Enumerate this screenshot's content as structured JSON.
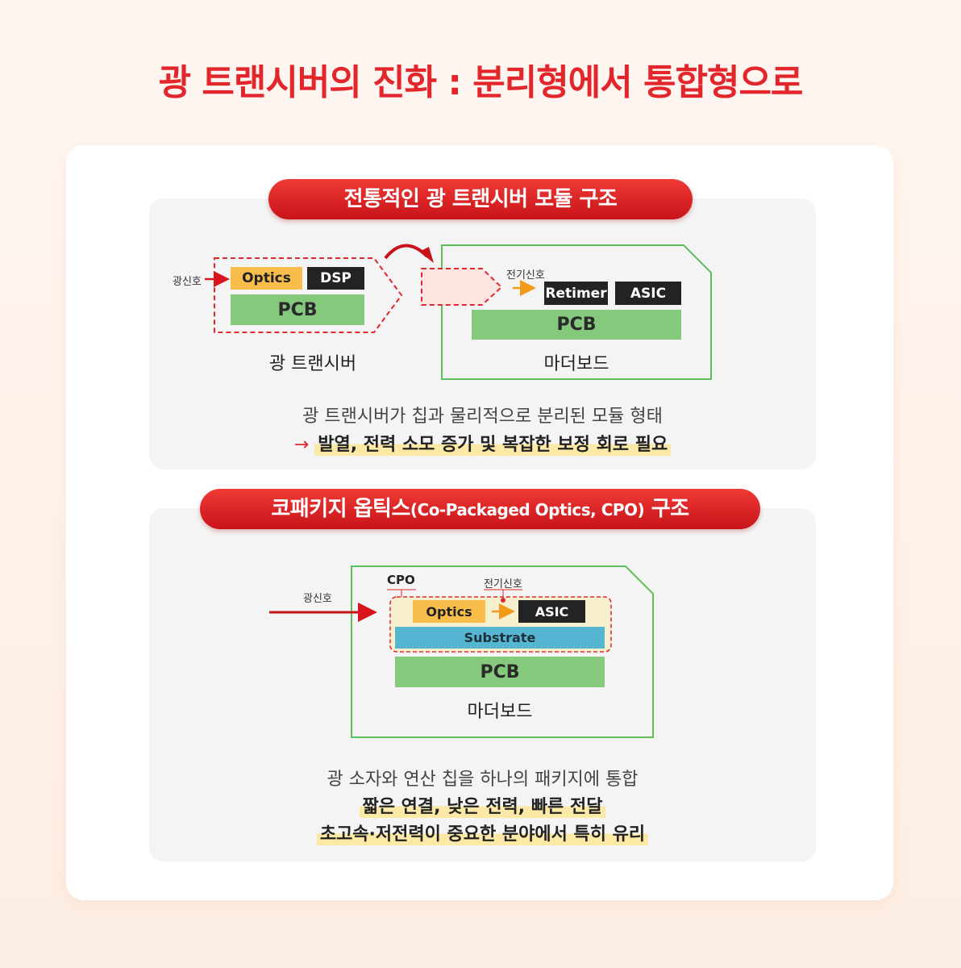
{
  "title": "광 트랜시버의 진화 : 분리형에서 통합형으로",
  "section1": {
    "heading": "전통적인 광 트랜시버 모듈 구조",
    "optical_signal": "광신호",
    "electrical_signal": "전기신호",
    "transceiver": {
      "optics": "Optics",
      "dsp": "DSP",
      "pcb": "PCB",
      "caption": "광 트랜시버"
    },
    "motherboard": {
      "retimer": "Retimer",
      "asic": "ASIC",
      "pcb": "PCB",
      "caption": "마더보드"
    },
    "desc": "광 트랜시버가 칩과 물리적으로 분리된 모듈 형태",
    "highlight": "발열, 전력 소모 증가 및 복잡한 보정 회로 필요"
  },
  "section2": {
    "heading_main": "코패키지 옵틱스",
    "heading_sub": "(Co-Packaged Optics, CPO)",
    "heading_tail": "구조",
    "optical_signal": "광신호",
    "cpo_label": "CPO",
    "electrical_signal": "전기신호",
    "optics": "Optics",
    "asic": "ASIC",
    "substrate": "Substrate",
    "pcb": "PCB",
    "caption": "마더보드",
    "desc": "광 소자와 연산 칩을 하나의 패키지에 통합",
    "highlight1": "짧은 연결, 낮은 전력, 빠른 전달",
    "highlight2": "초고속·저전력이 중요한 분야에서 특히 유리"
  },
  "colors": {
    "accent": "#e3262b",
    "optics": "#f8bd4a",
    "pcb": "#84c97c",
    "substrate": "#56b6d1",
    "board_border": "#5fbf5a"
  }
}
